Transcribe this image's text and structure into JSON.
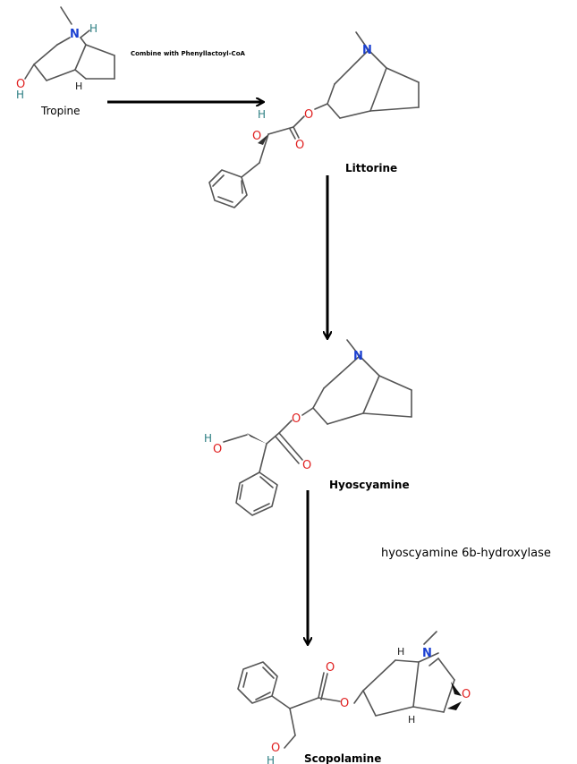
{
  "compounds": {
    "tropine": "Tropine",
    "littorine": "Littorine",
    "hyoscyamine": "Hyoscyamine",
    "scopolamine": "Scopolamine"
  },
  "steps": {
    "step1": "Combine with Phenyllactoyl-CoA",
    "step3": "hyoscyamine 6b-hydroxylase"
  },
  "atoms": {
    "N": "N",
    "O": "O",
    "H": "H",
    "OH": "OH",
    "HO": "HO"
  }
}
